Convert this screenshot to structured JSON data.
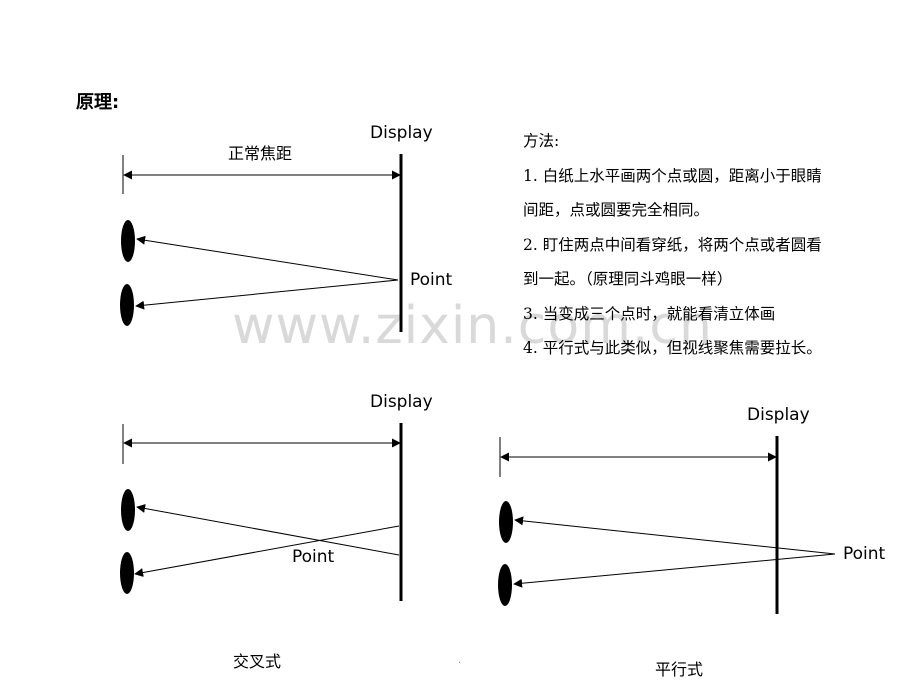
{
  "slide": {
    "title": "原理:",
    "watermark": "www.zixin.com.cn",
    "dot": "."
  },
  "diagram_normal": {
    "display_label": "Display",
    "point_label": "Point",
    "distance_label": "正常焦距"
  },
  "diagram_cross": {
    "display_label": "Display",
    "point_label": "Point",
    "caption": "交叉式"
  },
  "diagram_parallel": {
    "display_label": "Display",
    "point_label": "Point",
    "caption": "平行式"
  },
  "method": {
    "heading": "方法:",
    "lines": [
      "1. 白纸上水平画两个点或圆，距离小于眼睛",
      "间距，点或圆要完全相同。",
      "2. 盯住两点中间看穿纸，将两个点或者圆看",
      "到一起。（原理同斗鸡眼一样）",
      "3. 当变成三个点时，就能看清立体画",
      "4. 平行式与此类似，但视线聚焦需要拉长。"
    ]
  }
}
